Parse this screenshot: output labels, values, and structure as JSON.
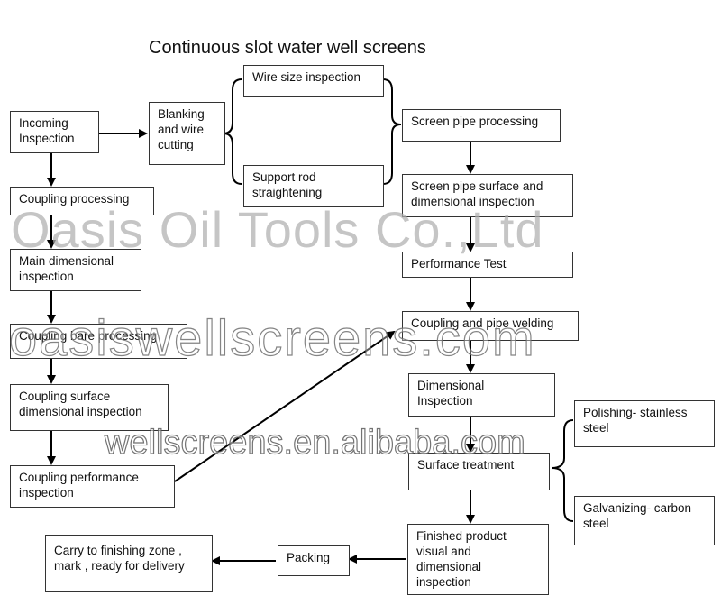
{
  "title": "Continuous slot water well screens",
  "boxes": {
    "incoming": "Incoming\nInspection",
    "blanking": "Blanking\nand wire\ncutting",
    "wire_size": "Wire size inspection",
    "support_rod": "Support rod\nstraightening",
    "screen_pipe_processing": "Screen pipe processing",
    "screen_pipe_surface": "Screen pipe surface and\ndimensional inspection",
    "coupling_processing": "Coupling processing",
    "main_dimensional": "Main dimensional\ninspection",
    "performance_test": "Performance Test",
    "coupling_bare": "Coupling bare processing",
    "coupling_pipe_welding": "Coupling and pipe welding",
    "coupling_surface": "Coupling surface\ndimensional inspection",
    "dimensional": "Dimensional\nInspection",
    "polishing": "Polishing- stainless\nsteel",
    "coupling_performance": "Coupling performance\ninspection",
    "surface_treatment": "Surface treatment",
    "galvanizing": "Galvanizing- carbon\nsteel",
    "finished_product": "Finished product\nvisual and\ndimensional\ninspection",
    "packing": "Packing",
    "carry": "Carry to finishing zone ,\nmark , ready for delivery"
  },
  "watermarks": {
    "company": "Oasis Oil Tools Co.,Ltd",
    "site": "oasiswellscreens.com",
    "alibaba": "wellscreens.en.alibaba.com"
  }
}
